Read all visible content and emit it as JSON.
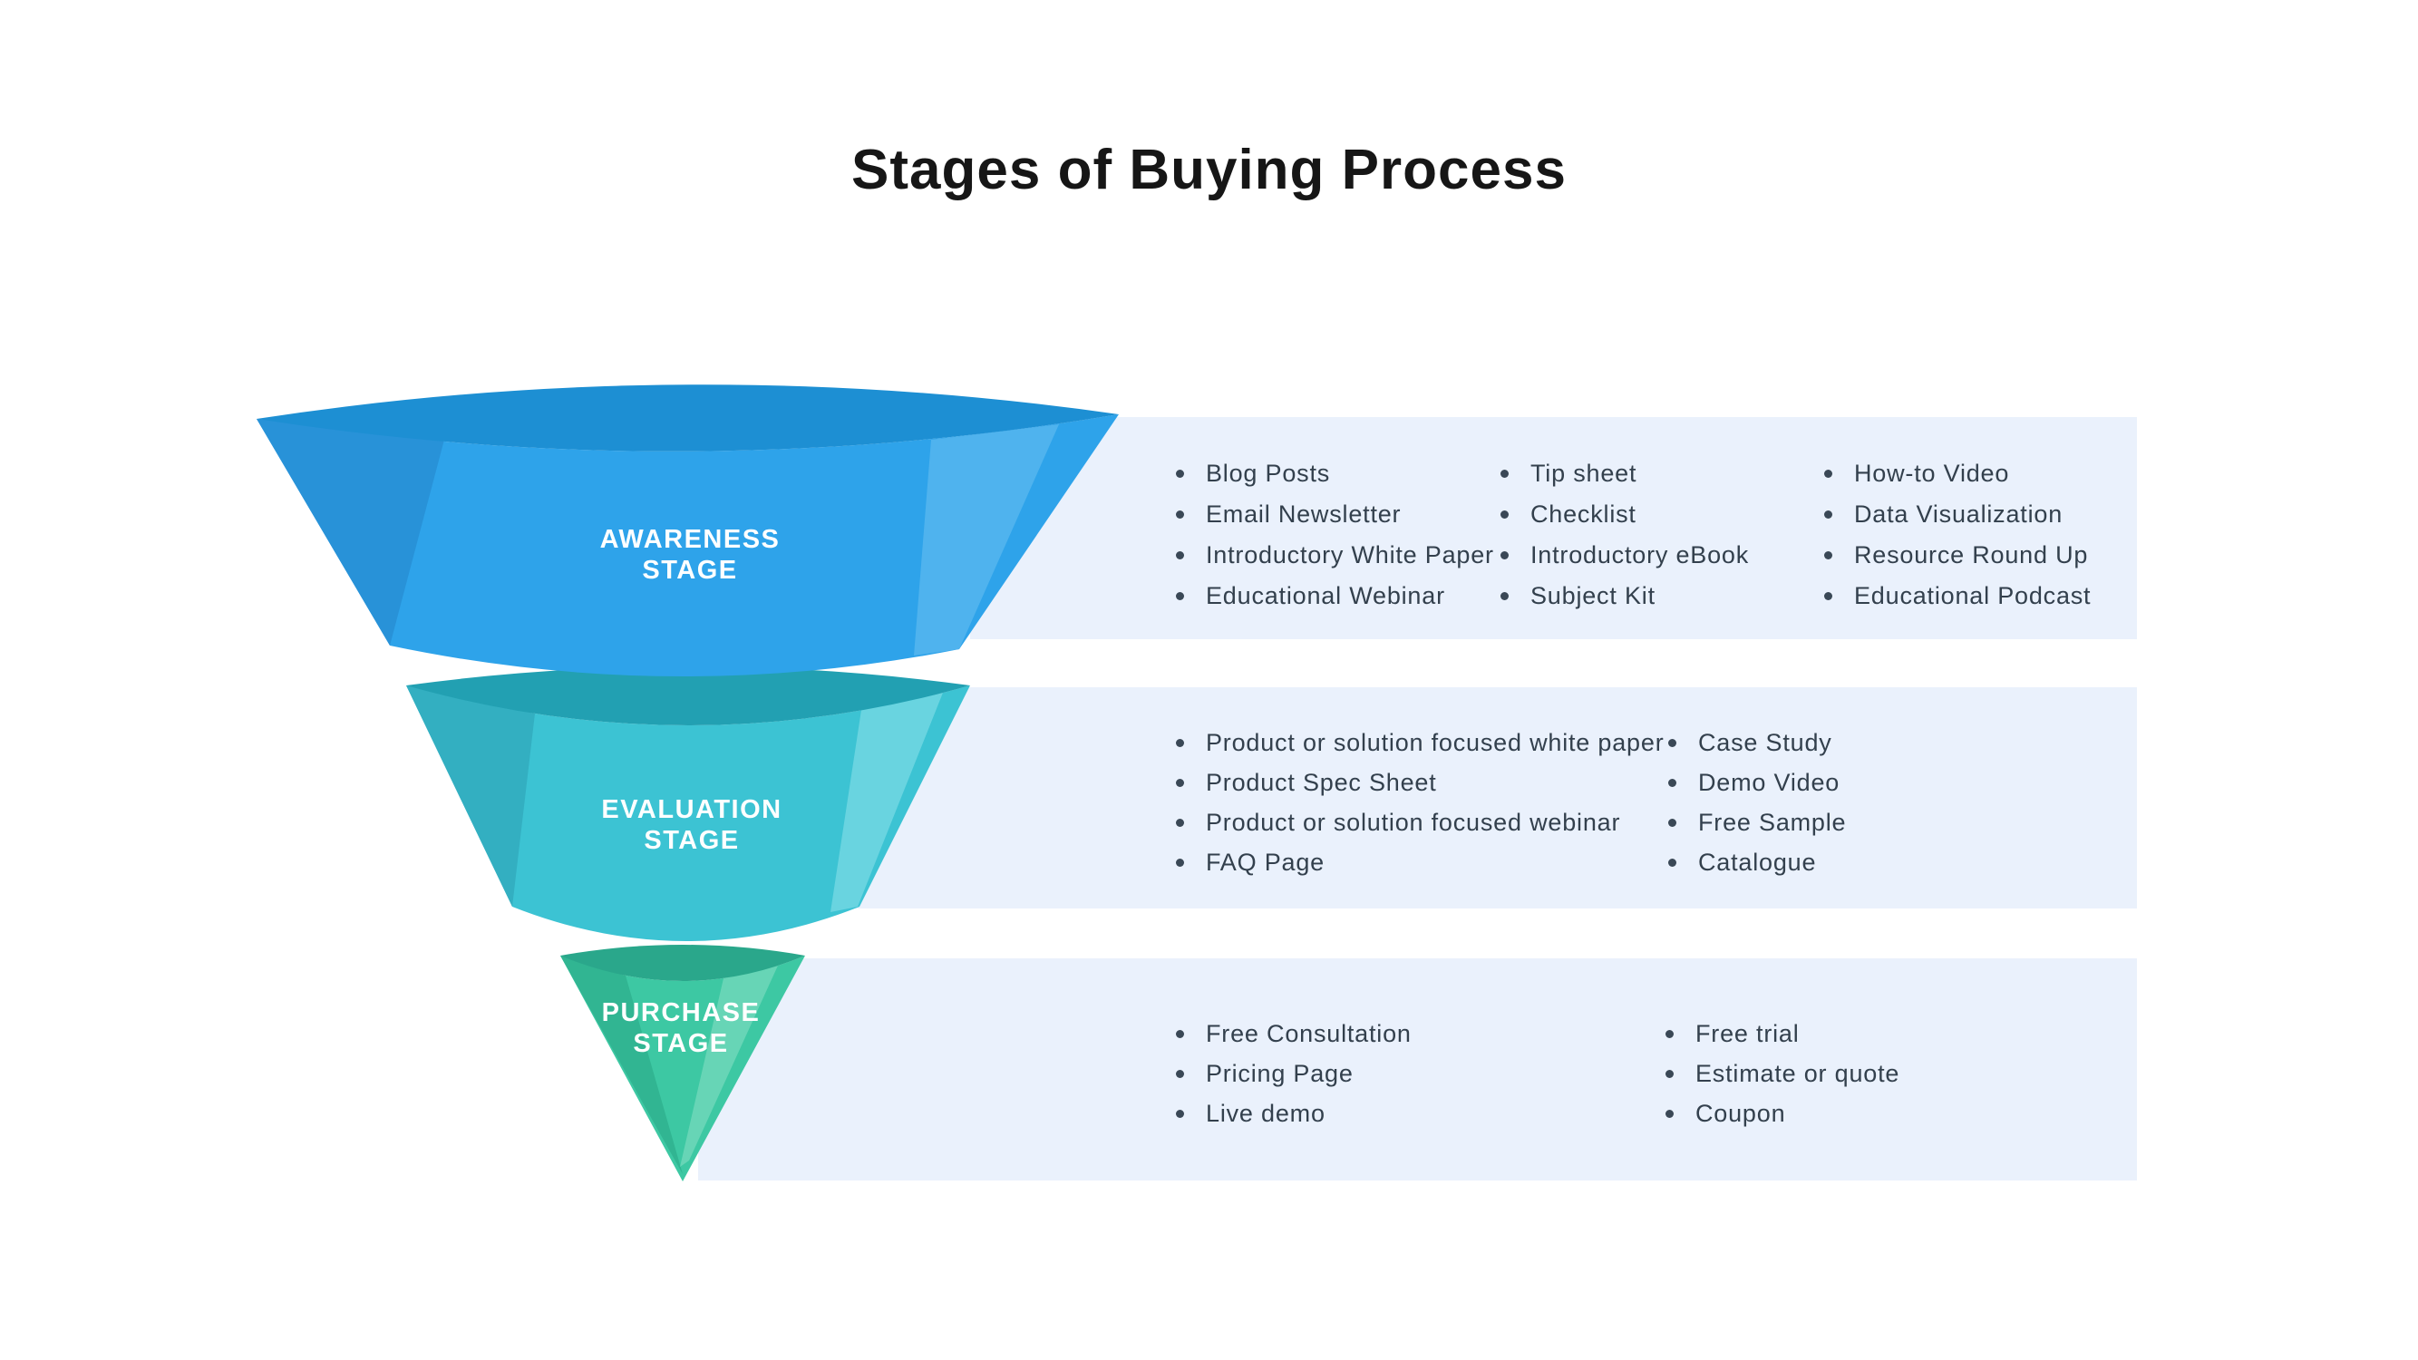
{
  "title": "Stages of Buying Process",
  "colors": {
    "band_bg": "#EAF1FC",
    "list_text": "#33404D",
    "title_text": "#161616",
    "label_text": "#FFFFFF",
    "awareness_front": "#2EA3EA",
    "awareness_lid": "#1D8FD3",
    "awareness_left_facet": "#2892D8",
    "awareness_light_facet": "#4FB3EE",
    "evaluation_front": "#3CC3D3",
    "evaluation_lid": "#22A0B2",
    "evaluation_left_facet": "#33AFC1",
    "evaluation_light_facet": "#69D4E0",
    "purchase_front": "#3DC8A3",
    "purchase_lid": "#2AA78B",
    "purchase_left_facet": "#31B592",
    "purchase_light_facet": "#67D5B6"
  },
  "stages": [
    {
      "id": "awareness",
      "label_lines": [
        "AWARENESS",
        "STAGE"
      ],
      "columns": [
        {
          "items": [
            "Blog Posts",
            "Email Newsletter",
            "Introductory White Paper",
            "Educational Webinar"
          ]
        },
        {
          "items": [
            "Tip sheet",
            "Checklist",
            "Introductory eBook",
            "Subject Kit"
          ]
        },
        {
          "items": [
            "How-to Video",
            "Data Visualization",
            "Resource Round Up",
            "Educational Podcast"
          ]
        }
      ]
    },
    {
      "id": "evaluation",
      "label_lines": [
        "EVALUATION",
        "STAGE"
      ],
      "columns": [
        {
          "items": [
            "Product or solution focused white paper",
            "Product Spec Sheet",
            "Product or solution focused webinar",
            "FAQ Page"
          ]
        },
        {
          "items": [
            "Case Study",
            "Demo Video",
            "Free Sample",
            "Catalogue"
          ]
        }
      ]
    },
    {
      "id": "purchase",
      "label_lines": [
        "PURCHASE",
        "STAGE"
      ],
      "columns": [
        {
          "items": [
            "Free Consultation",
            "Pricing Page",
            "Live demo"
          ]
        },
        {
          "items": [
            "Free trial",
            "Estimate or quote",
            "Coupon"
          ]
        }
      ]
    }
  ]
}
